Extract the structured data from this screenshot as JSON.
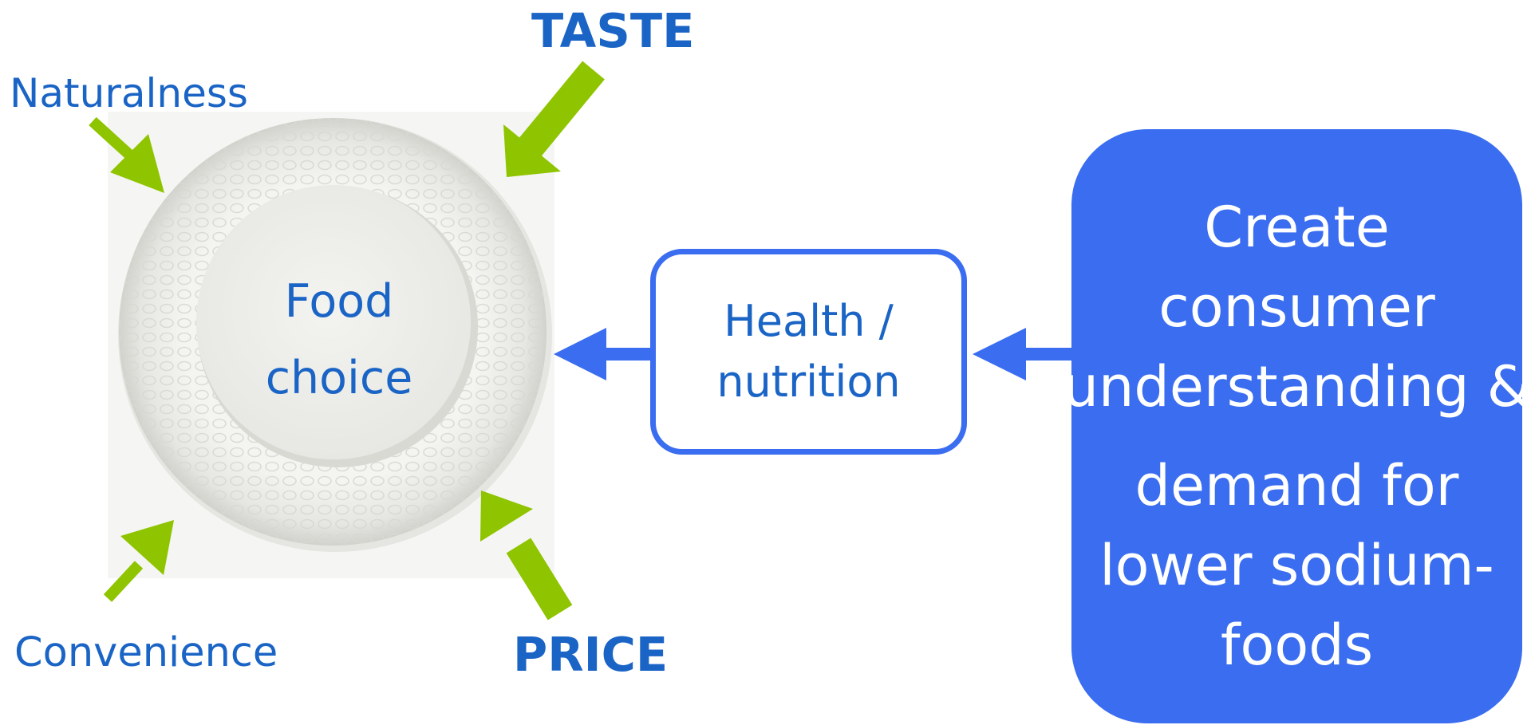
{
  "labels": {
    "taste": "TASTE",
    "naturalness": "Naturalness",
    "convenience": "Convenience",
    "price": "PRICE"
  },
  "plate": {
    "line1": "Food",
    "line2": "choice"
  },
  "health_box": {
    "line1": "Health /",
    "line2": "nutrition"
  },
  "create_box": {
    "line1": "Create",
    "line2": "consumer",
    "line3": "understanding &",
    "line4": "demand for",
    "line5": "lower sodium-",
    "line6": "foods"
  },
  "colors": {
    "factor_text": "#1a64c6",
    "green_arrow": "#8fc400",
    "blue_arrow": "#3a6df0",
    "create_box_fill": "#3a6df0",
    "plate_background": "#f5f5f3"
  },
  "icons": [
    "plate-image",
    "green-arrow",
    "blue-arrow"
  ]
}
